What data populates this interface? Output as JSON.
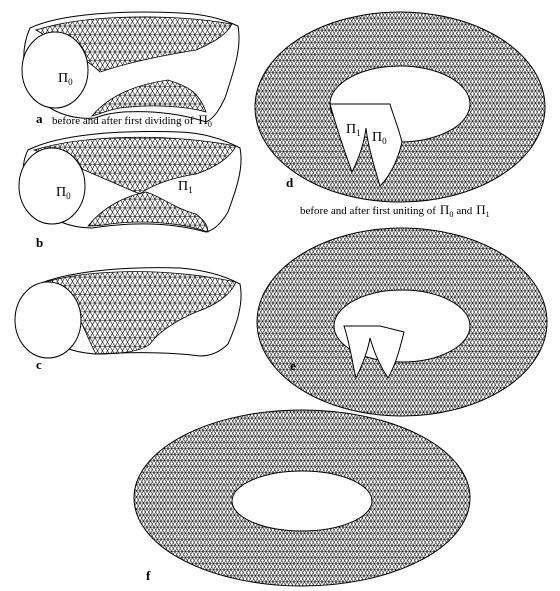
{
  "panels": {
    "a": {
      "label": "a",
      "region0": "Π",
      "region0_sub": "0"
    },
    "b": {
      "label": "b",
      "region0": "Π",
      "region0_sub": "0",
      "region1": "Π",
      "region1_sub": "1"
    },
    "c": {
      "label": "c"
    },
    "d": {
      "label": "d",
      "region0": "Π",
      "region0_sub": "0",
      "region1": "Π",
      "region1_sub": "1"
    },
    "e": {
      "label": "e"
    },
    "f": {
      "label": "f"
    }
  },
  "captions": {
    "dividing": {
      "text": "before and after first dividing of",
      "symbol": "Π",
      "symbol_sub": "0"
    },
    "uniting": {
      "text": "before and after first uniting of",
      "symbol_a": "Π",
      "symbol_a_sub": "0",
      "conj": "and",
      "symbol_b": "Π",
      "symbol_b_sub": "1"
    }
  },
  "colors": {
    "ink": "#000000",
    "paper": "#ffffff"
  }
}
